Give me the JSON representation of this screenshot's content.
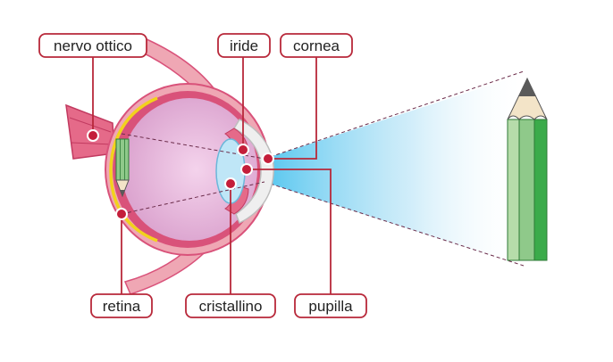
{
  "labels": {
    "optic_nerve": "nervo ottico",
    "iris": "iride",
    "cornea": "cornea",
    "retina": "retina",
    "lens": "cristallino",
    "pupil": "pupilla"
  },
  "colors": {
    "label_border": "#b8283a",
    "connector": "#b8283a",
    "marker_fill": "#c41e3a",
    "eye_wall": "#d9527a",
    "sclera_outer": "#efa7b4",
    "eyeball_interior": "#e8b6dc",
    "retina_line": "#f2d21c",
    "lens_fill": "#bfe6f7",
    "light_cone": "#4dc3ee",
    "pencil_light": "#b6dcaa",
    "pencil_mid": "#8fc98a",
    "pencil_dark": "#3bab4a",
    "pencil_wood": "#f3e4c8",
    "pencil_graphite": "#5a5a5a"
  }
}
